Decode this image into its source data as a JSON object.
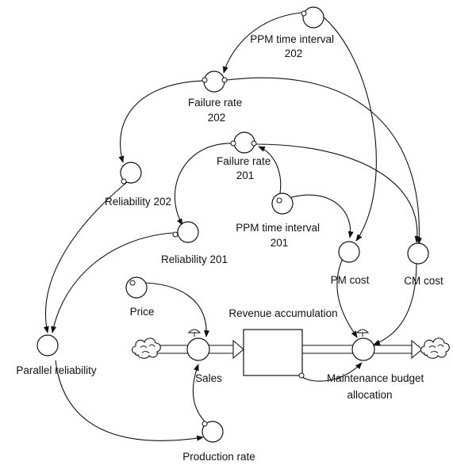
{
  "labels": {
    "ppm_202": [
      "PPM time interval",
      "202"
    ],
    "failure_202": [
      "Failure rate",
      "202"
    ],
    "reliability_202": [
      "Reliability 202"
    ],
    "failure_201": [
      "Failure rate",
      "201"
    ],
    "reliability_201": [
      "Reliability 201"
    ],
    "ppm_201": [
      "PPM time interval",
      "201"
    ],
    "pm_cost": [
      "PM cost"
    ],
    "cm_cost": [
      "CM cost"
    ],
    "price": [
      "Price"
    ],
    "revenue": [
      "Revenue accumulation"
    ],
    "parallel": [
      "Parallel reliability"
    ],
    "sales": [
      "Sales"
    ],
    "maintenance": [
      "Maintenance budget",
      "allocation"
    ],
    "production": [
      "Production rate"
    ]
  }
}
